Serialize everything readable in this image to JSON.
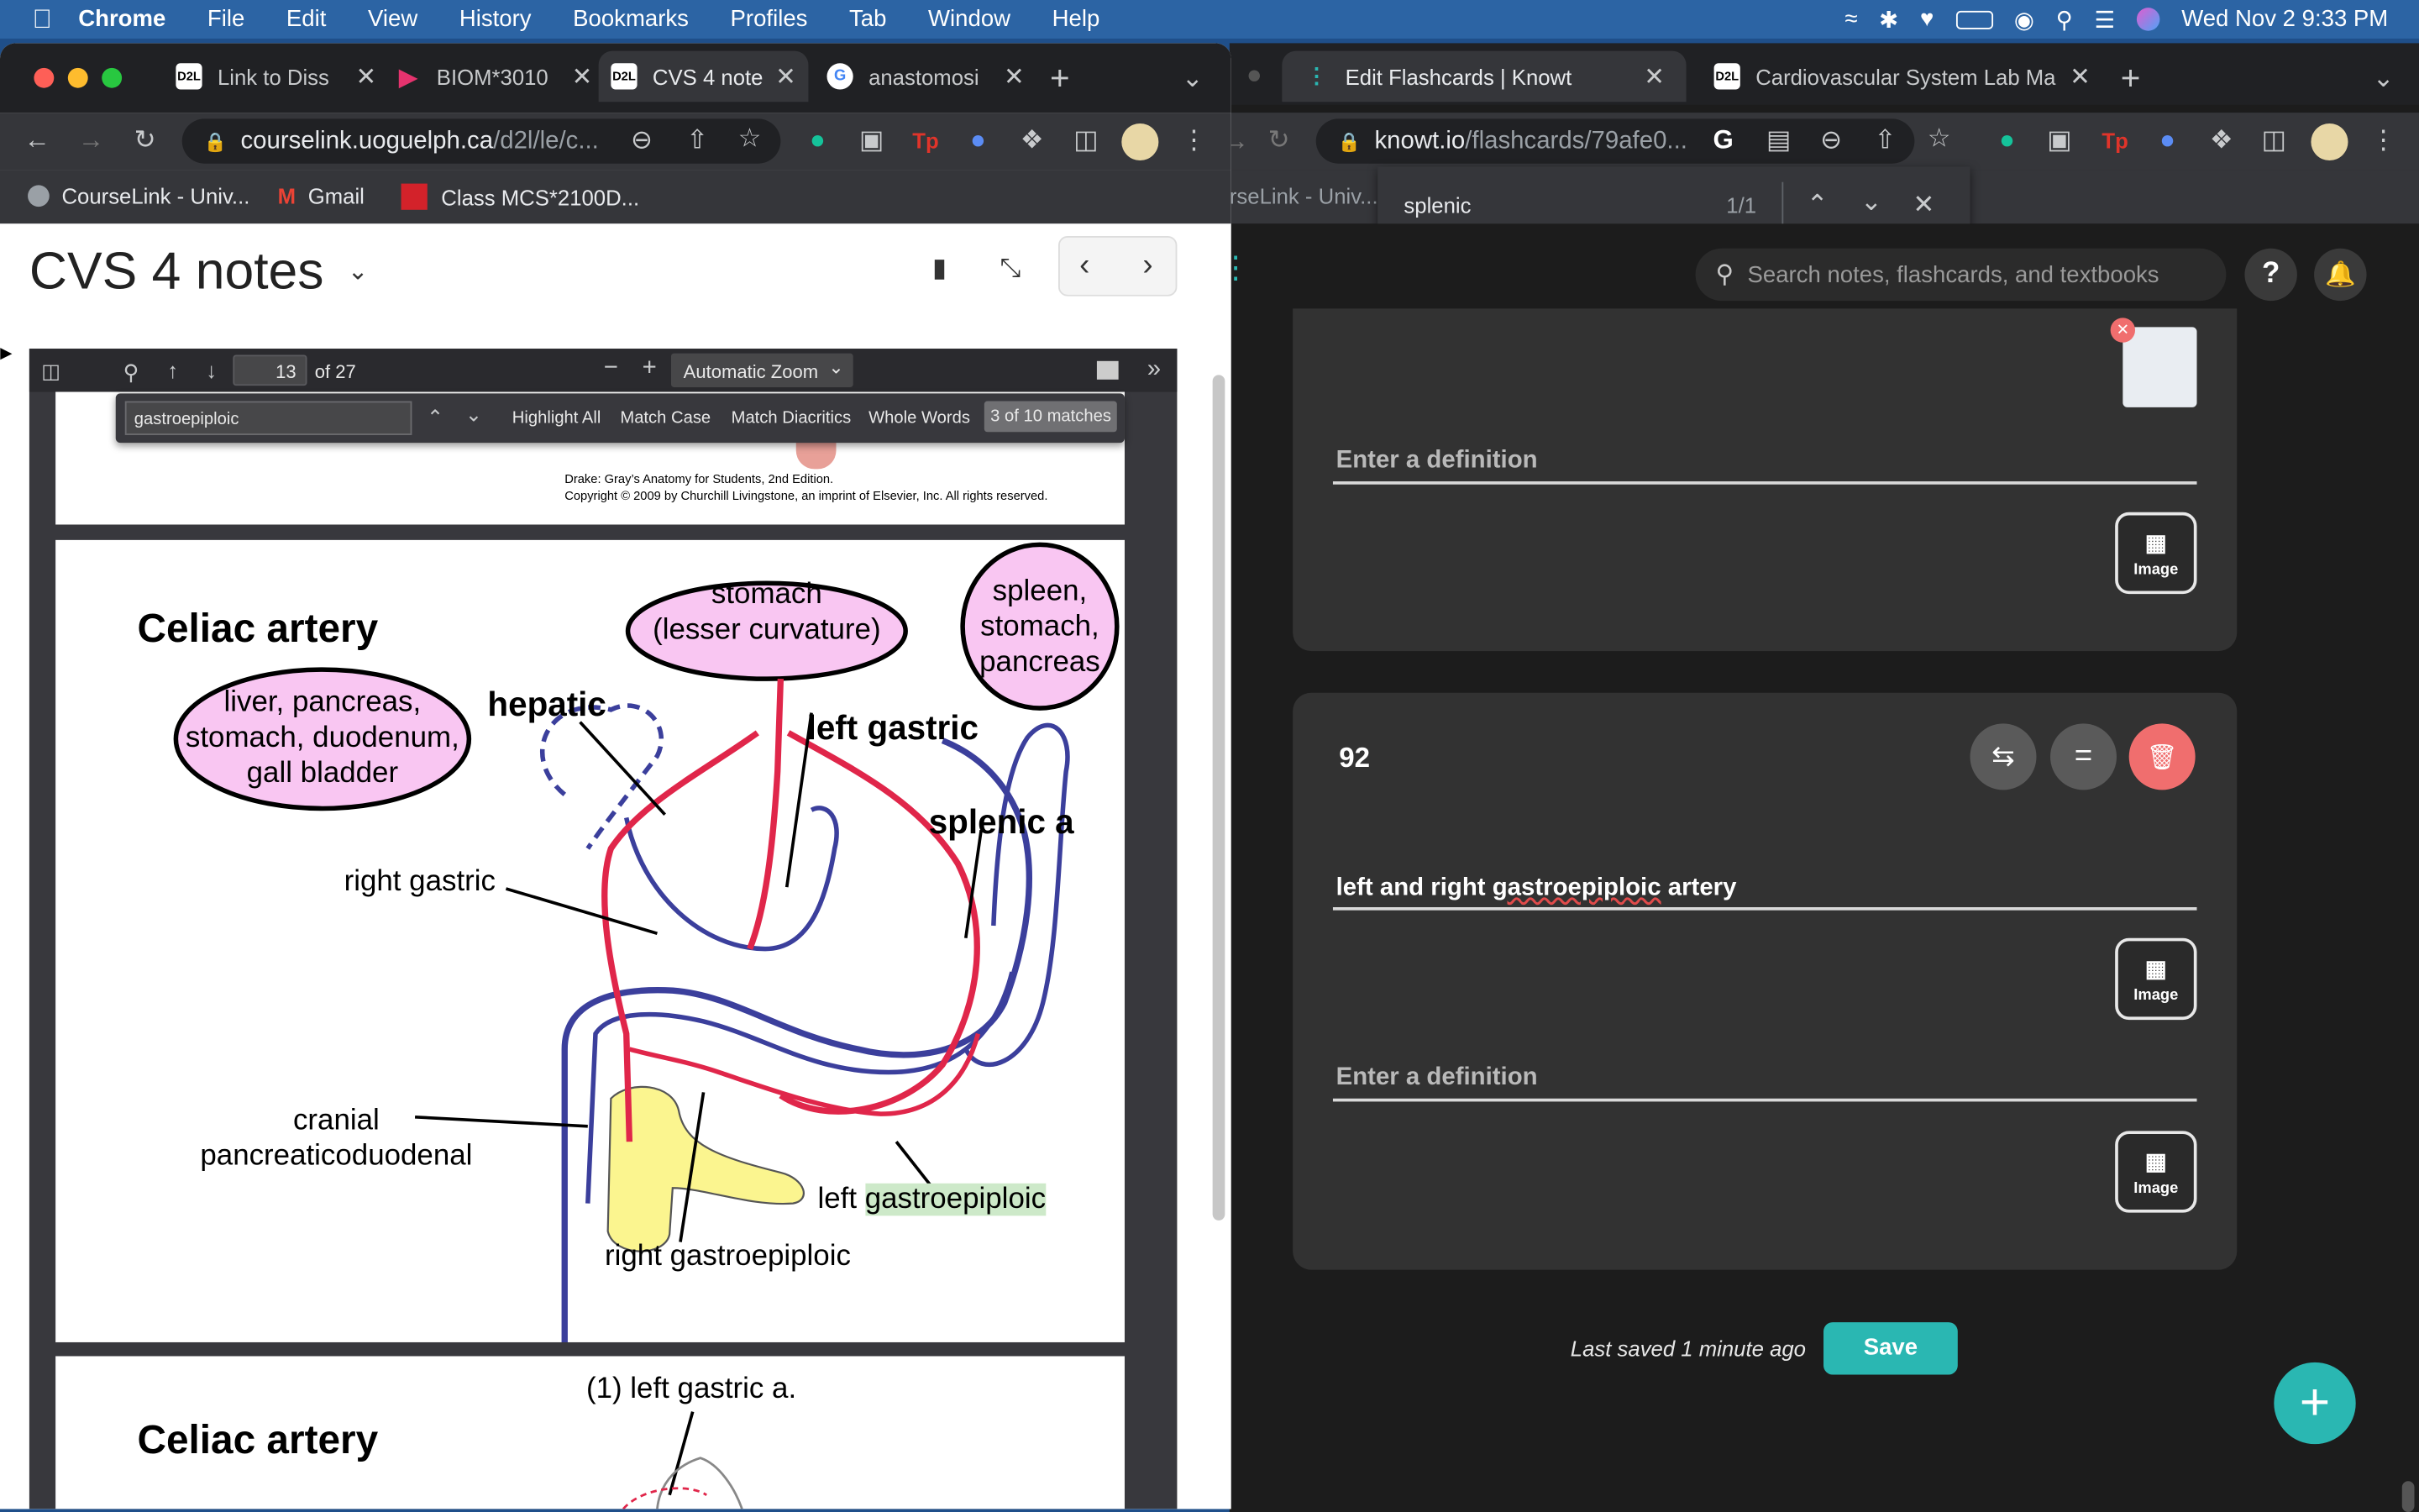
{
  "menubar": {
    "app": "Chrome",
    "items": [
      "File",
      "Edit",
      "View",
      "History",
      "Bookmarks",
      "Profiles",
      "Tab",
      "Window",
      "Help"
    ],
    "clock": "Wed Nov 2  9:33 PM"
  },
  "left_window": {
    "tabs": [
      {
        "label": "Link to Diss",
        "icon": "D2L"
      },
      {
        "label": "BIOM*3010",
        "icon": "D2L"
      },
      {
        "label": "CVS 4 note",
        "icon": "D2L"
      },
      {
        "label": "anastomosi",
        "icon": "G"
      }
    ],
    "url_domain": "courselink.uoguelph.ca",
    "url_path": "/d2l/le/c...",
    "bookmarks": [
      "CourseLink - Univ...",
      "Gmail",
      "Class MCS*2100D..."
    ],
    "doc_title": "CVS 4 notes",
    "pdf": {
      "page": "13",
      "of": "of 27",
      "zoom": "Automatic Zoom",
      "find_query": "gastroepiploic",
      "find_options": [
        "Highlight All",
        "Match Case",
        "Match Diacritics",
        "Whole Words"
      ],
      "match_count": "3 of 10 matches",
      "citation_line1": "Drake: Gray’s Anatomy for Students, 2nd Edition.",
      "citation_line2": "Copyright © 2009 by Churchill Livingstone, an imprint of Elsevier, Inc. All rights reserved.",
      "slide1": {
        "title": "Celiac artery",
        "bubble_liver": "liver, pancreas,\nstomach, duodenum,\ngall bladder",
        "bubble_stomach": "stomach\n(lesser curvature)",
        "bubble_spleen": "spleen,\nstomach,\npancreas",
        "hepatic": "hepatic",
        "left_gastric": "left gastric",
        "splenic": "splenic a",
        "right_gastric": "right gastric",
        "cranial": "cranial\npancreaticoduodenal",
        "left_gastro_prefix": "left ",
        "left_gastro_hl": "gastroepiploic",
        "right_gastro": "right gastroepiploic"
      },
      "slide2": {
        "title": "Celiac artery",
        "label1": "(1) left gastric a."
      }
    }
  },
  "right_window": {
    "tabs": [
      {
        "label": "Edit Flashcards | Knowt"
      },
      {
        "label": "Cardiovascular System Lab Ma",
        "icon": "D2L"
      }
    ],
    "url_domain": "knowt.io",
    "url_path": "/flashcards/79afe0...",
    "bookmark_partial": "rseLink - Univ...",
    "find": {
      "query": "splenic",
      "count": "1/1"
    },
    "search_placeholder": "Search notes, flashcards, and textbooks",
    "card_top": {
      "definition_placeholder": "Enter a definition",
      "image_label": "Image"
    },
    "card": {
      "number": "92",
      "term_prefix": "left and right ",
      "term_misspelled": "gastroepiploic",
      "term_suffix": " artery",
      "image_label": "Image",
      "definition_placeholder": "Enter a definition",
      "image_label2": "Image"
    },
    "last_saved": "Last saved 1 minute ago",
    "save_label": "Save"
  },
  "colors": {
    "accent": "#2ab7b2",
    "delete": "#f06e6e",
    "bubble": "#f9c6f2",
    "vessel_red": "#e0264a",
    "vessel_blue": "#3b3f9c",
    "pancreas": "#fbf58f"
  }
}
